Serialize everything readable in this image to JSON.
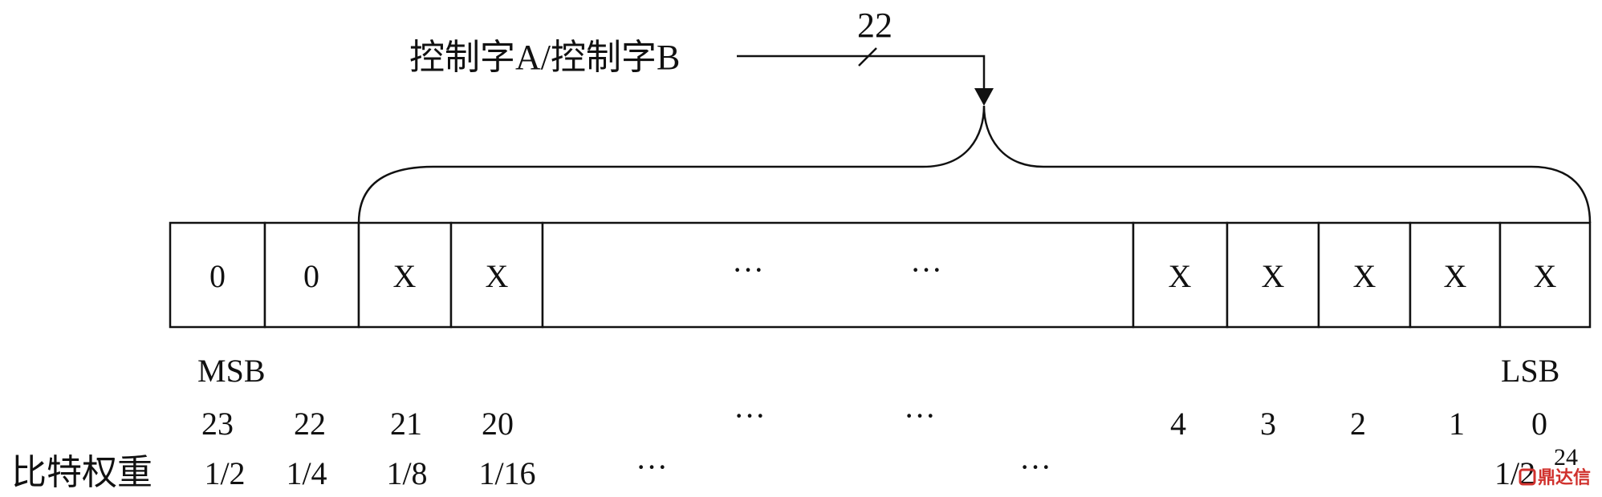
{
  "control_word_label": "控制字A/控制字B",
  "bus_width_label": "22",
  "register_cells": [
    {
      "value": "0"
    },
    {
      "value": "0"
    },
    {
      "value": "X"
    },
    {
      "value": "X"
    },
    {
      "value": "···"
    },
    {
      "value": "···"
    },
    {
      "value": "X"
    },
    {
      "value": "X"
    },
    {
      "value": "X"
    },
    {
      "value": "X"
    },
    {
      "value": "X"
    }
  ],
  "msb_label": "MSB",
  "lsb_label": "LSB",
  "bit_index_row": [
    "23",
    "22",
    "21",
    "20",
    "···",
    "···",
    "4",
    "3",
    "2",
    "1",
    "0"
  ],
  "weight_row_label": "比特权重",
  "weight_row": [
    "1/2",
    "1/4",
    "1/8",
    "1/16",
    "···",
    "···"
  ],
  "last_weight_base": "1/2",
  "last_weight_exponent": "24",
  "watermark_text": "鼎达信"
}
